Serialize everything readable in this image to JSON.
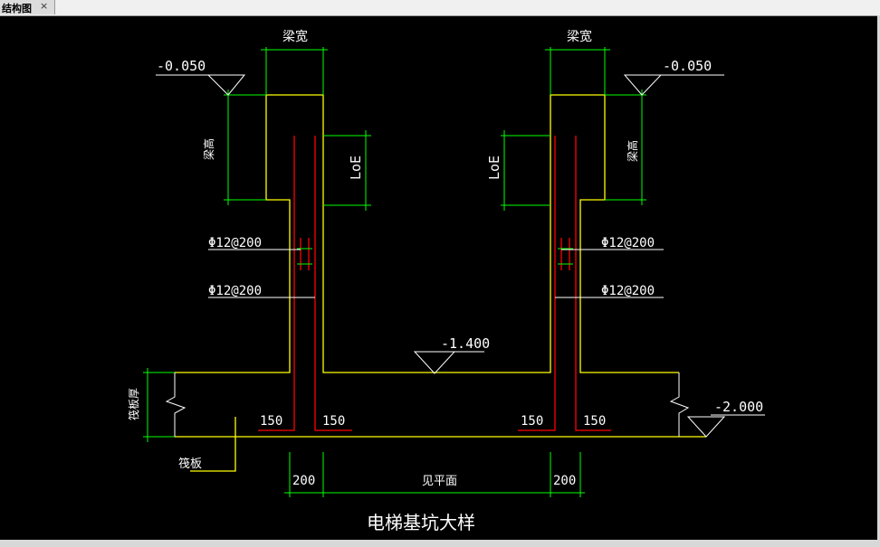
{
  "tab": {
    "label": "结构图",
    "close": "×"
  },
  "colors": {
    "background": "#000000",
    "concrete": "#ffff00",
    "rebar": "#ff0000",
    "dimension": "#00ff00",
    "text": "#ffffff"
  },
  "labels": {
    "beam_width_left": "梁宽",
    "beam_width_right": "梁宽",
    "beam_height_left": "梁高",
    "beam_height_right": "梁高",
    "elev_top_left": "-0.050",
    "elev_top_right": "-0.050",
    "loe_left": "LoE",
    "loe_right": "LoE",
    "rebar_a_left": "Φ12@200",
    "rebar_b_left": "Φ12@200",
    "rebar_a_right": "Φ12@200",
    "rebar_b_right": "Φ12@200",
    "elev_pit": "-1.400",
    "elev_raft": "-2.000",
    "raft_thickness": "筏板厚",
    "raft": "筏板",
    "hook_1": "150",
    "hook_2": "150",
    "hook_3": "150",
    "hook_4": "150",
    "dim_left_wall": "200",
    "dim_right_wall": "200",
    "dim_plan": "见平面",
    "title": "电梯基坑大样"
  }
}
